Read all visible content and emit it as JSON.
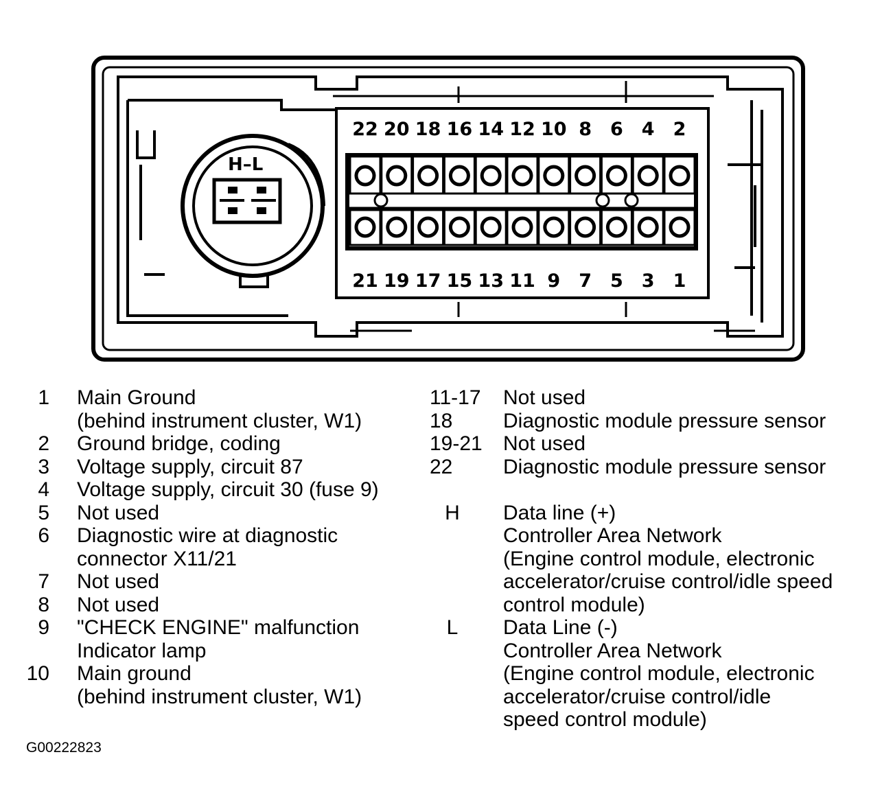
{
  "connector": {
    "top_pins": [
      "22",
      "20",
      "18",
      "16",
      "14",
      "12",
      "10",
      "8",
      "6",
      "4",
      "2"
    ],
    "bottom_pins": [
      "21",
      "19",
      "17",
      "15",
      "13",
      "11",
      "9",
      "7",
      "5",
      "3",
      "1"
    ],
    "socket_label": "H–L"
  },
  "legend_left": [
    {
      "num": "1",
      "desc": "Main Ground\n(behind instrument cluster, W1)"
    },
    {
      "num": "2",
      "desc": "Ground bridge, coding"
    },
    {
      "num": "3",
      "desc": "Voltage supply, circuit 87"
    },
    {
      "num": "4",
      "desc": "Voltage supply, circuit 30 (fuse 9)"
    },
    {
      "num": "5",
      "desc": "Not used"
    },
    {
      "num": "6",
      "desc": "Diagnostic wire at diagnostic\nconnector X11/21"
    },
    {
      "num": "7",
      "desc": "Not used"
    },
    {
      "num": "8",
      "desc": "Not used"
    },
    {
      "num": "9",
      "desc": "\"CHECK ENGINE\" malfunction\nIndicator lamp"
    },
    {
      "num": "10",
      "desc": "Main ground\n(behind instrument cluster, W1)"
    }
  ],
  "legend_right": [
    {
      "num": "11-17",
      "desc": "Not used"
    },
    {
      "num": "18",
      "desc": "Diagnostic module pressure sensor"
    },
    {
      "num": "19-21",
      "desc": "Not used"
    },
    {
      "num": "22",
      "desc": "Diagnostic module pressure sensor"
    }
  ],
  "legend_hl": [
    {
      "num": "H",
      "desc": "Data line (+)\nController Area Network\n(Engine control module, electronic\naccelerator/cruise control/idle speed\ncontrol module)"
    },
    {
      "num": "L",
      "desc": "Data Line (-)\nController Area Network\n(Engine control module, electronic\naccelerator/cruise control/idle\nspeed control module)"
    }
  ],
  "figure_code": "G00222823"
}
